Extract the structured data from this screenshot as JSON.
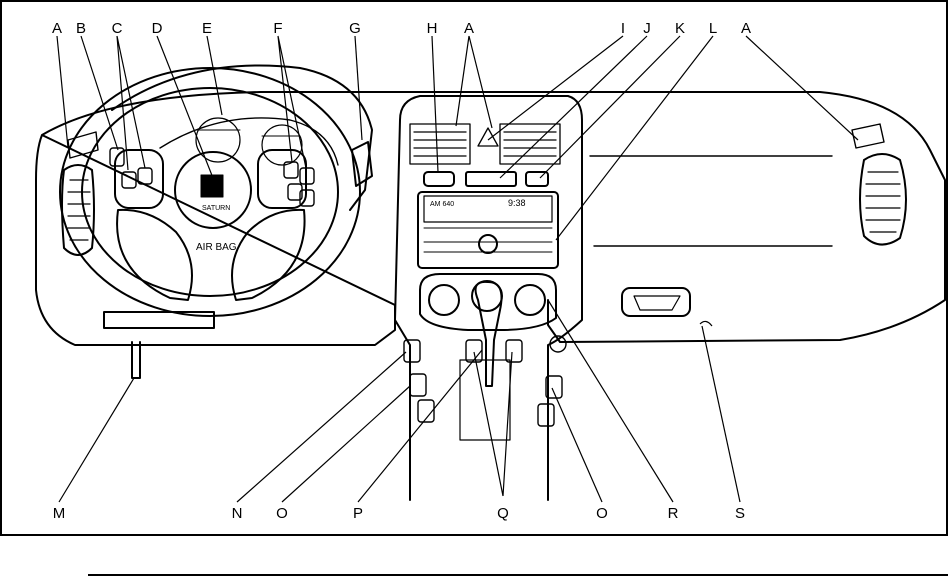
{
  "diagram": {
    "airbag_text": "AIR BAG",
    "emblem_text": "SATURN",
    "radio_clock": "9:38",
    "radio_band": "AM 640"
  },
  "callouts": {
    "top": [
      "A",
      "B",
      "C",
      "D",
      "E",
      "F",
      "G",
      "H",
      "A",
      "I",
      "J",
      "K",
      "L",
      "A"
    ],
    "bottom": [
      "M",
      "N",
      "O",
      "P",
      "Q",
      "O",
      "R",
      "S"
    ]
  }
}
